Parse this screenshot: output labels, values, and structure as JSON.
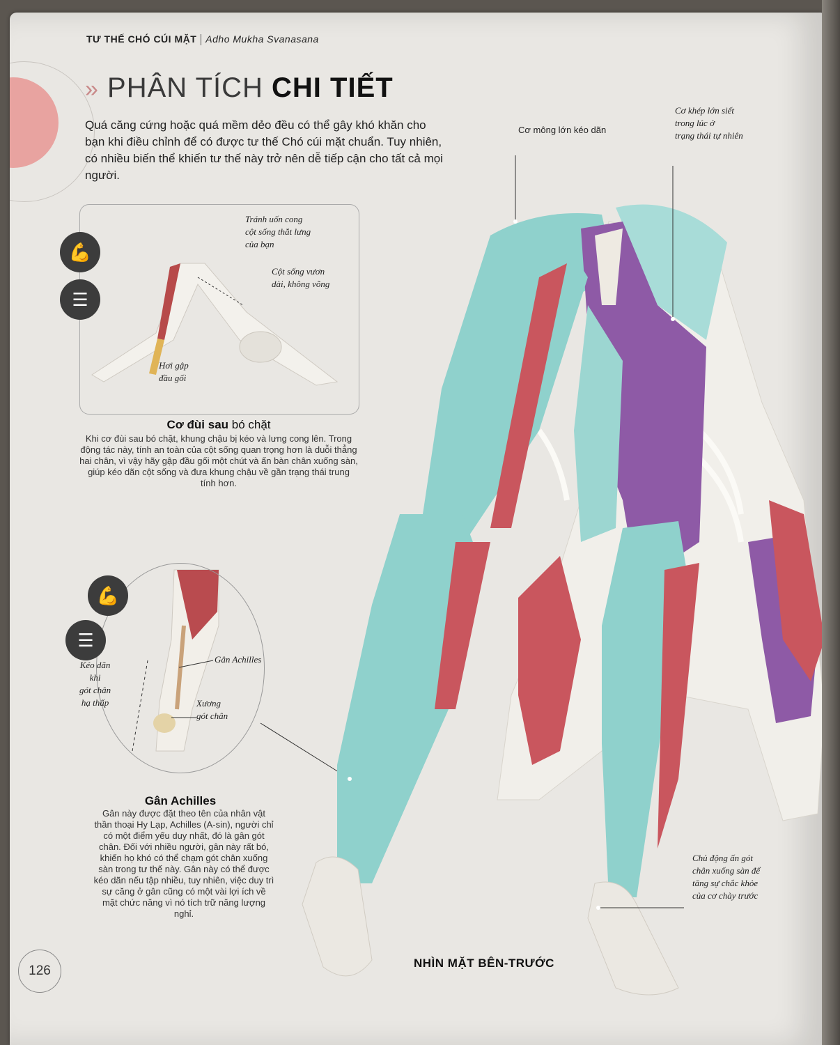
{
  "header": {
    "pose_name": "TƯ THẾ CHÓ CÚI MẶT",
    "sanskrit": "Adho Mukha Svanasana"
  },
  "title": {
    "arrows": "»",
    "light": "PHÂN TÍCH",
    "bold": "CHI TIẾT"
  },
  "intro": "Quá căng cứng hoặc quá mềm dẻo đều có thể gây khó khăn cho bạn khi điều chỉnh để có được tư thế Chó cúi mặt chuẩn. Tuy nhiên, có nhiều biến thể khiến tư thế này trở nên dễ tiếp cận cho tất cả mọi người.",
  "figure1": {
    "label_spine_curve": [
      "Tránh uốn cong",
      "cột sống thắt lưng",
      "của bạn"
    ],
    "label_spine_long": [
      "Cột sống vươn",
      "dài, không võng"
    ],
    "label_knee": [
      "Hơi gập",
      "đầu gối"
    ]
  },
  "hamstring": {
    "head_bold": "Cơ đùi sau",
    "head_rest": " bó chặt",
    "text": "Khi cơ đùi sau bó chặt, khung chậu bị kéo và lưng cong lên. Trong động tác này, tính an toàn của cột sống quan trọng hơn là duỗi thẳng hai chân, vì vậy hãy gập đầu gối một chút và ấn bàn chân xuống sàn, giúp kéo dãn cột sống và đưa khung chậu về gần trạng thái trung tính hơn."
  },
  "figure2": {
    "label_stretch": [
      "Kéo dãn",
      "khi",
      "gót chân",
      "hạ thấp"
    ],
    "label_achilles": "Gân Achilles",
    "label_heel": [
      "Xương",
      "gót chân"
    ]
  },
  "achilles": {
    "head": "Gân Achilles",
    "text": "Gân này được đặt theo tên của nhân vật thần thoại Hy Lạp, Achilles (A-sin), người chỉ có một điểm yếu duy nhất, đó là gân gót chân. Đối với nhiều người, gân này rất bó, khiến họ khó có thể chạm gót chân xuống sàn trong tư thế này. Gân này có thể được kéo dãn nếu tập nhiều, tuy nhiên, việc duy trì sự căng ở gân cũng có một vài lợi ích về mặt chức năng vì nó tích trữ năng lượng nghỉ."
  },
  "main_labels": {
    "glute": "Cơ mông lớn kéo dãn",
    "adductor": [
      "Cơ khép lớn siết",
      "trong lúc ở",
      "trạng thái tự nhiên"
    ],
    "heel_press": [
      "Chủ động ấn gót",
      "chân xuống sàn để",
      "tăng sự chắc khỏe",
      "của cơ chày trước"
    ]
  },
  "page_number": "126",
  "footer": "NHÌN MẶT BÊN-TRƯỚC",
  "colors": {
    "muscle_teal": "#8fd1cc",
    "muscle_purple": "#8e5aa6",
    "muscle_red": "#c9565e",
    "bone": "#efece4",
    "accent_pink": "#e8a3a0"
  }
}
